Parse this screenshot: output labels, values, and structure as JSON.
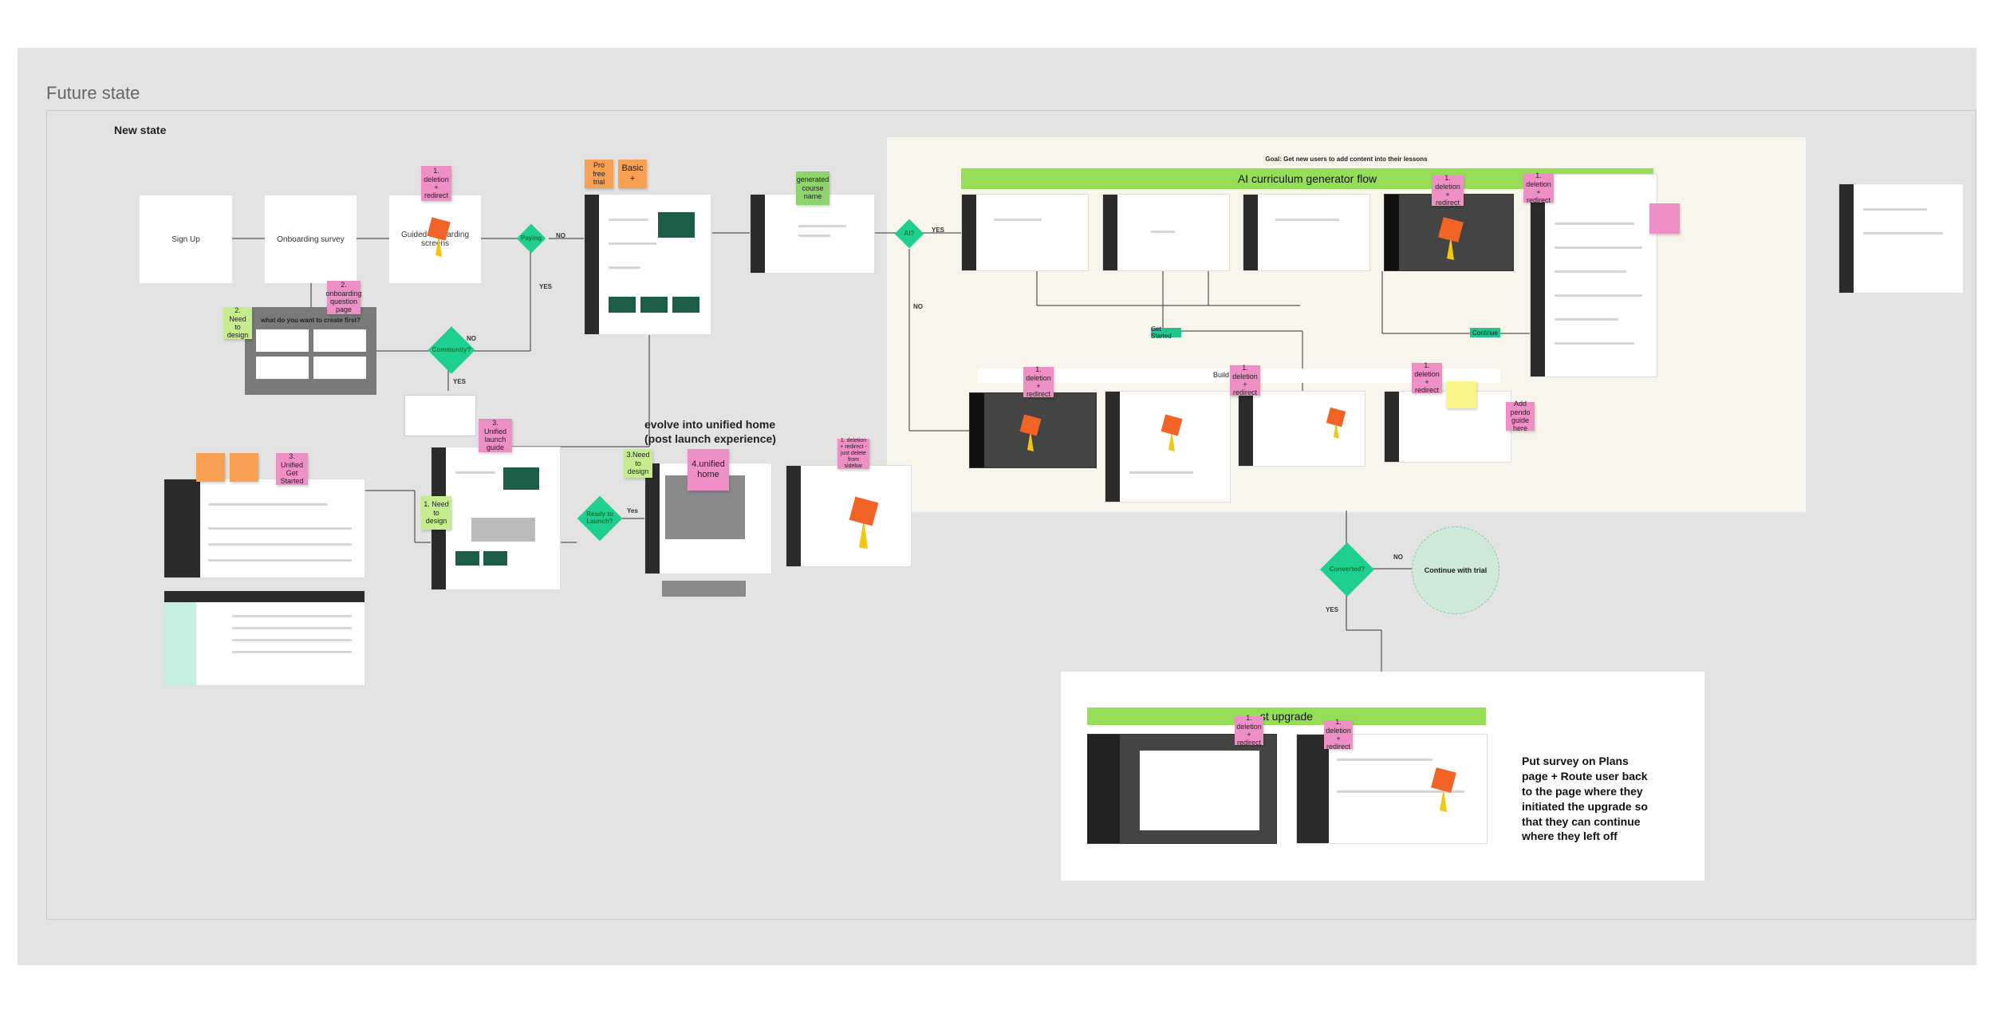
{
  "frame": {
    "title": "Future state",
    "section": "New state"
  },
  "boxes": {
    "sign_up": "Sign Up",
    "onboarding_survey": "Onboarding survey",
    "guided_screens": "Guided onboarding screens",
    "create_first": "what do you want to create first?"
  },
  "decisions": {
    "paying": "Paying",
    "community": "Community?",
    "ai": "AI?",
    "ready_to_launch": "Ready to Launch?",
    "converted": "Converted?"
  },
  "edge_labels": {
    "no_paying": "NO",
    "yes_paying": "YES",
    "no_community": "NO",
    "yes_community": "YES",
    "yes_ai": "YES",
    "no_ai": "NO",
    "yes_launch": "Yes",
    "no_converted": "NO",
    "yes_converted": "YES"
  },
  "stickies": {
    "deletion_redirect": "1. deletion + redirect",
    "onboarding_question_page": "2. onboarding question page",
    "need_to_design_2": "2. Need to design",
    "pro_free_trial": "Pro free trial",
    "basic_plus": "Basic +",
    "generated_course_name": "generated course name",
    "unified_launch_guide": "3. Unified launch guide",
    "need_to_design_1": "1. Need to design",
    "need_to_design_3": "3.Need to design",
    "unified_home": "4.unified home",
    "unified_get_started": "3. Unified Get Started",
    "deletion_redirect_just_delete": "1. deletion + redirect - just delete from sidebar",
    "add_pendo_guide": "Add pendo guide here"
  },
  "headings": {
    "evolve": "evolve into unified home (post launch experience)",
    "goal": "Goal: Get new users to add content into their lessons",
    "ai_flow": "AI curriculum generator flow",
    "build": "Build",
    "upgrade": "st upgrade",
    "continue_trial": "Continue with trial",
    "route_text": "Put survey on Plans page + Route user back to the page where they initiated the upgrade so that they can continue where they left off"
  },
  "tags": {
    "get_started": "Get Started",
    "continue": "Continue"
  },
  "colors": {
    "pink": "#ee8fc6",
    "orange": "#f8a154",
    "green": "#1fcf8f",
    "bar": "#96de57"
  }
}
